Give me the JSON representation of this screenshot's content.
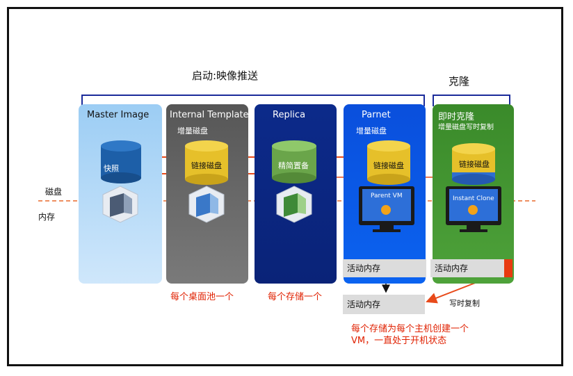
{
  "headers": {
    "push_label": "启动:映像推送",
    "clone_label": "克隆"
  },
  "side": {
    "disk": "磁盘",
    "memory": "内存"
  },
  "columns": [
    {
      "title": "Master Image",
      "subtitle": "",
      "cylinder": "快照",
      "color": "#a9d4f5"
    },
    {
      "title": "Internal Template",
      "subtitle": "增量磁盘",
      "cylinder": "链接磁盘",
      "color": "#5f5f5f"
    },
    {
      "title": "Replica",
      "subtitle": "",
      "cylinder": "精简置备",
      "color": "#0b2a8c"
    },
    {
      "title": "Parnet",
      "subtitle": "增量磁盘",
      "cylinder": "链接磁盘",
      "color": "#0a55e0"
    },
    {
      "title": "即时克隆",
      "subtitle": "增量磁盘写时复制",
      "cylinder": "链接磁盘",
      "color": "#3e8a2c"
    }
  ],
  "monitors": {
    "parent": "Parent VM",
    "instant": "Instant Clone"
  },
  "memory_boxes": {
    "parent_active": "活动内存",
    "clone_active": "活动内存",
    "bottom_active": "活动内存"
  },
  "annotations": {
    "per_pool": "每个桌面池一个",
    "per_store": "每个存储一个",
    "per_host_line1": "每个存储为每个主机创建一个",
    "per_host_line2": "VM，一直处于开机状态",
    "copy_on_write": "写时复制"
  }
}
